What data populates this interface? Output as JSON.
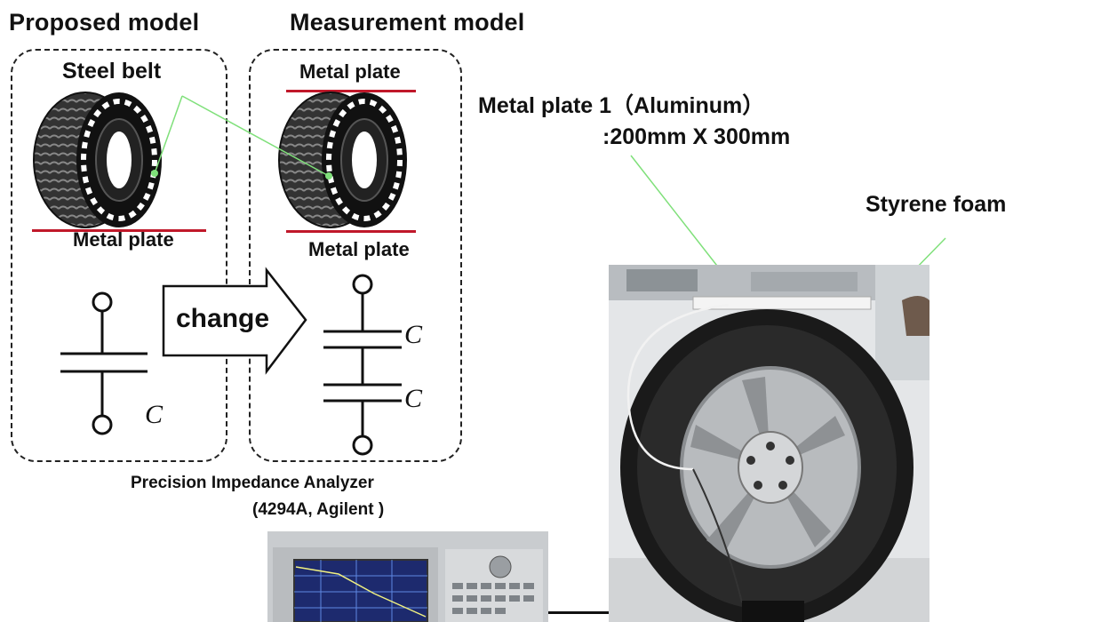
{
  "left": {
    "title": "Proposed model",
    "steel_belt": "Steel belt",
    "bottom_plate": "Metal plate",
    "cap_label": "C"
  },
  "arrow": {
    "label": "change"
  },
  "middle": {
    "title": "Measurement model",
    "top_plate": "Metal plate",
    "bottom_plate": "Metal plate",
    "cap1_label": "C",
    "cap2_label": "C"
  },
  "annotations": {
    "metal_plate_line1": "Metal plate 1（Aluminum）",
    "metal_plate_line2": ":200mm X 300mm",
    "styrene": "Styrene foam",
    "analyzer_line1": "Precision Impedance Analyzer",
    "analyzer_line2": "(4294A, Agilent )"
  },
  "colors": {
    "plate_red": "#c0182a",
    "leader_green": "#7fe07a"
  }
}
